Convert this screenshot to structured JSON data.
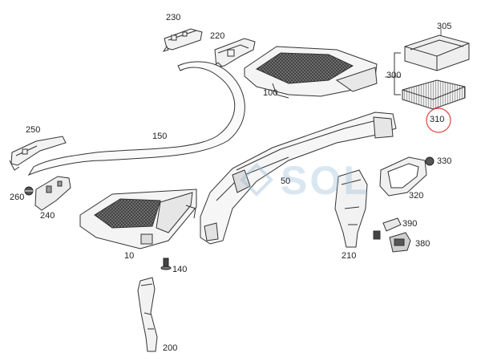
{
  "watermark": "SOL",
  "colors": {
    "stroke": "#333333",
    "fill": "#f4f4f4",
    "dark": "#555555",
    "highlight_ring": "#e0443e",
    "watermark": "#9cbfdc"
  },
  "callouts": {
    "p10": "10",
    "p50": "50",
    "p100": "100",
    "p140": "140",
    "p150": "150",
    "p200": "200",
    "p210": "210",
    "p220": "220",
    "p230": "230",
    "p240": "240",
    "p250": "250",
    "p260": "260",
    "p300": "300",
    "p305": "305",
    "p310": "310",
    "p320": "320",
    "p330": "330",
    "p380": "380",
    "p390": "390"
  },
  "highlighted_part": "310"
}
